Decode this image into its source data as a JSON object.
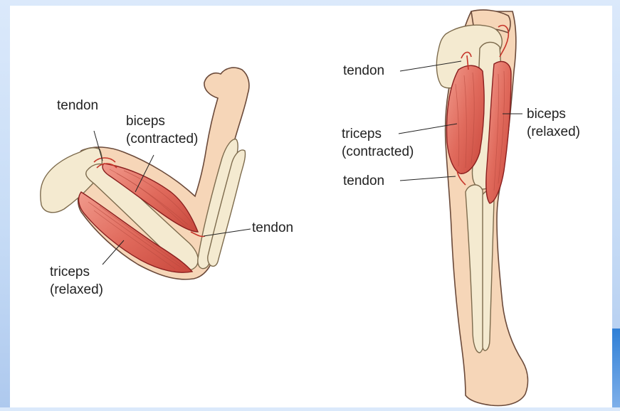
{
  "colors": {
    "background": "#c7dcf6",
    "canvas": "#ffffff",
    "skin": "#f6d6b8",
    "bone": "#f4ead0",
    "muscle": "#e0675a",
    "tendon": "#c7352a"
  },
  "diagram": {
    "bent_arm": {
      "labels": {
        "tendon_top": "tendon",
        "biceps_line1": "biceps",
        "biceps_line2": "(contracted)",
        "tendon_elbow": "tendon",
        "triceps_line1": "triceps",
        "triceps_line2": "(relaxed)"
      }
    },
    "straight_arm": {
      "labels": {
        "tendon_top": "tendon",
        "triceps_line1": "triceps",
        "triceps_line2": "(contracted)",
        "tendon_bottom": "tendon",
        "biceps_line1": "biceps",
        "biceps_line2": "(relaxed)"
      }
    }
  }
}
